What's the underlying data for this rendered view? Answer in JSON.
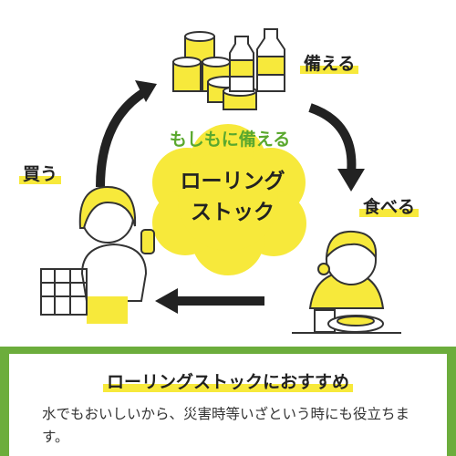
{
  "cycle": {
    "subtitle": "もしもに備える",
    "center_line1": "ローリング",
    "center_line2": "ストック",
    "step_prepare": "備える",
    "step_eat": "食べる",
    "step_buy": "買う"
  },
  "tip": {
    "title": "ローリングストックにおすすめ",
    "body": "水でもおいしいから、災害時等いざという時にも役立ちます。"
  },
  "colors": {
    "accent_yellow": "#f7e93b",
    "green": "#6cad3c",
    "text": "#222222"
  }
}
